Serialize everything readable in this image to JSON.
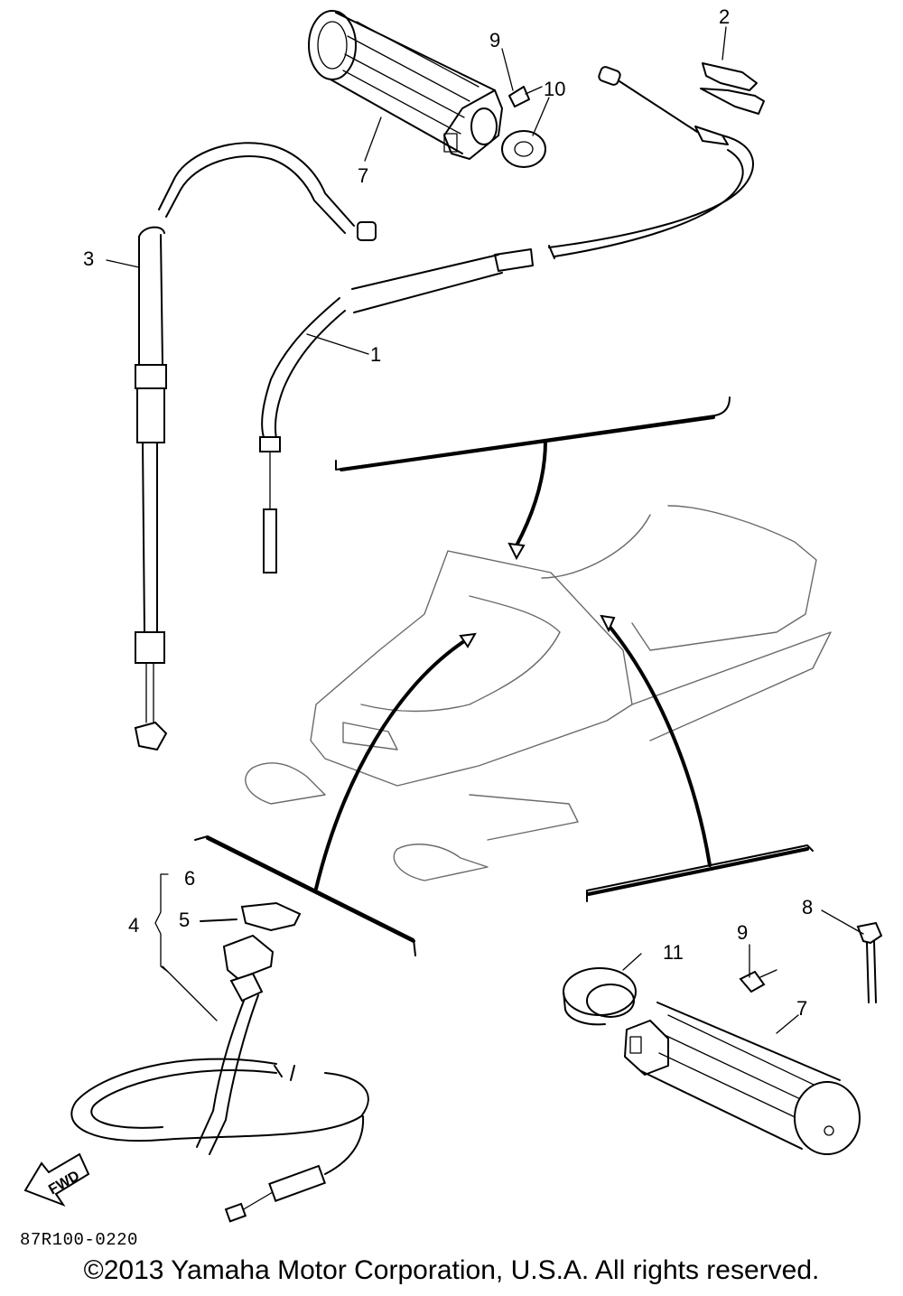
{
  "callouts": {
    "c1": "1",
    "c2": "2",
    "c3": "3",
    "c4": "4",
    "c5": "5",
    "c6": "6",
    "c7_top": "7",
    "c7_bottom": "7",
    "c8": "8",
    "c9_top": "9",
    "c9_bottom": "9",
    "c10": "10",
    "c11": "11"
  },
  "fwd_label": "FWD",
  "reference_code": "87R100-0220",
  "copyright": "©2013 Yamaha Motor Corporation, U.S.A. All rights reserved."
}
